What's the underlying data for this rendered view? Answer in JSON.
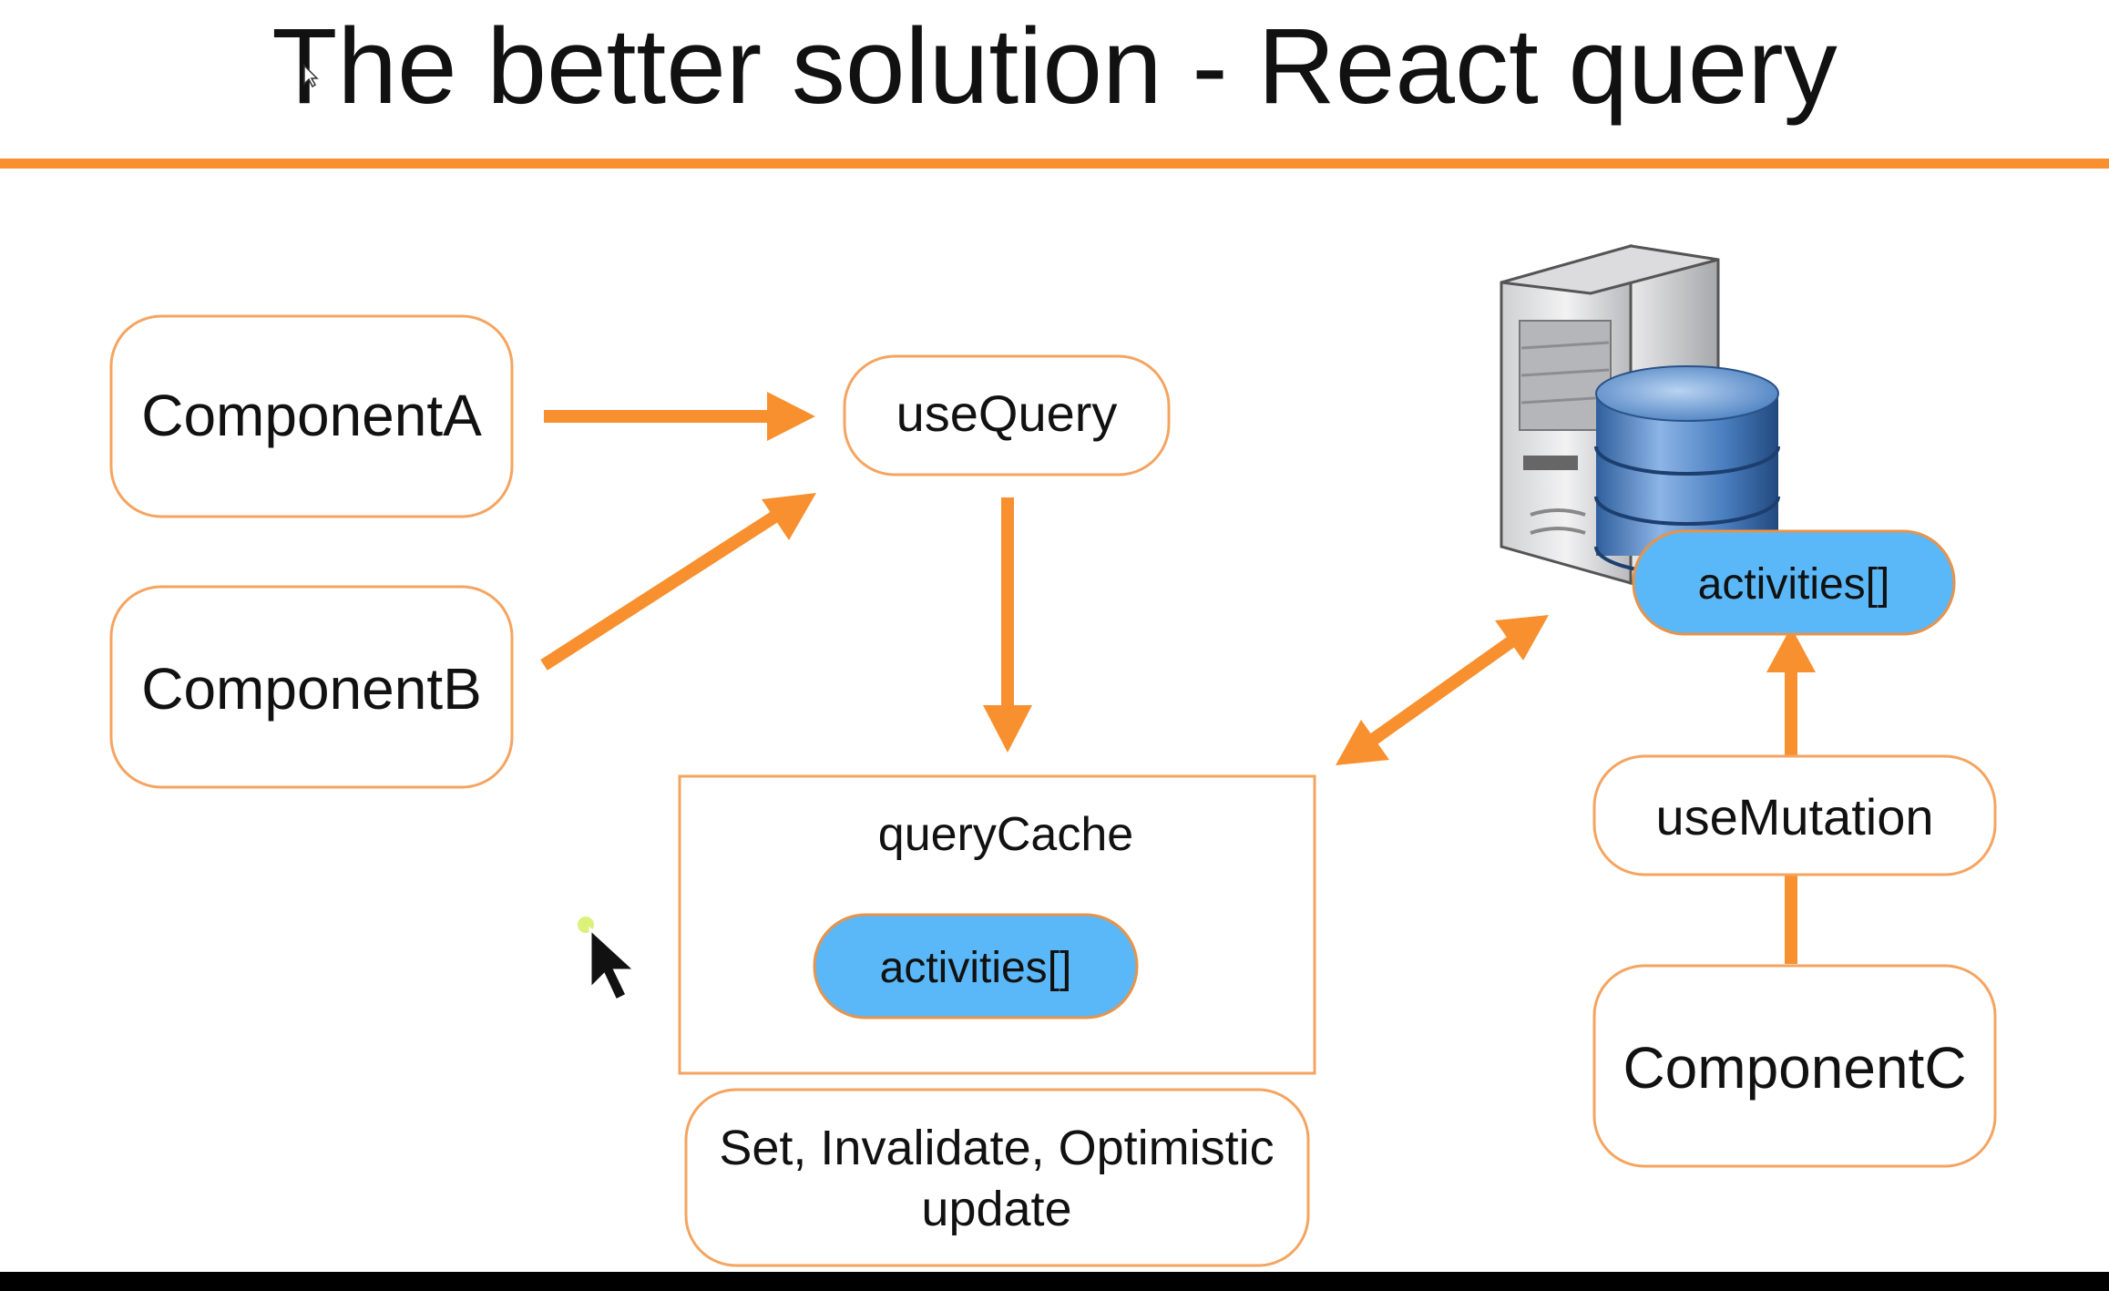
{
  "title": "The better solution - React query",
  "colors": {
    "accent_orange": "#f8902f",
    "box_border": "#f5a460",
    "pill_fill": "#5ab8f8",
    "text": "#111111"
  },
  "nodes": {
    "component_a": "ComponentA",
    "component_b": "ComponentB",
    "use_query": "useQuery",
    "query_cache": "queryCache",
    "cache_activities": "activities[]",
    "cache_operations_line1": "Set, Invalidate, Optimistic",
    "cache_operations_line2": "update",
    "server_activities": "activities[]",
    "use_mutation": "useMutation",
    "component_c": "ComponentC"
  },
  "icons": {
    "server": "server-icon",
    "database": "database-icon",
    "cursor": "mouse-cursor-icon"
  }
}
